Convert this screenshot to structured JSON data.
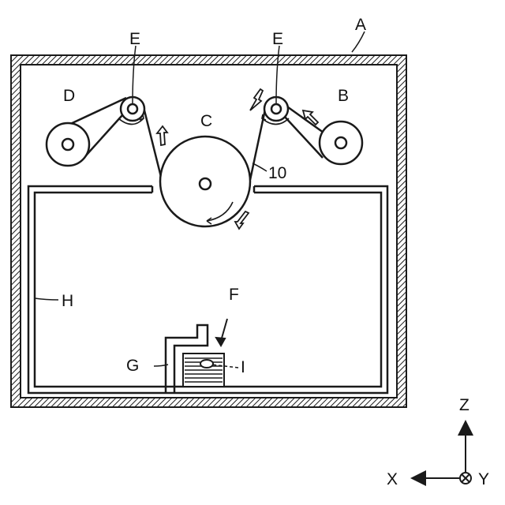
{
  "labels": {
    "chamber": "A",
    "supply_roll": "B",
    "drum": "C",
    "takeup_roll": "D",
    "guide_roller_left": "E",
    "guide_roller_right": "E",
    "source_unit": "F",
    "shield": "G",
    "partition": "H",
    "target": "I",
    "film": "10"
  },
  "axes": {
    "z": "Z",
    "x": "X",
    "y": "Y"
  },
  "colors": {
    "line": "#1a1a1a",
    "hatch": "#1a1a1a",
    "background": "#ffffff"
  }
}
